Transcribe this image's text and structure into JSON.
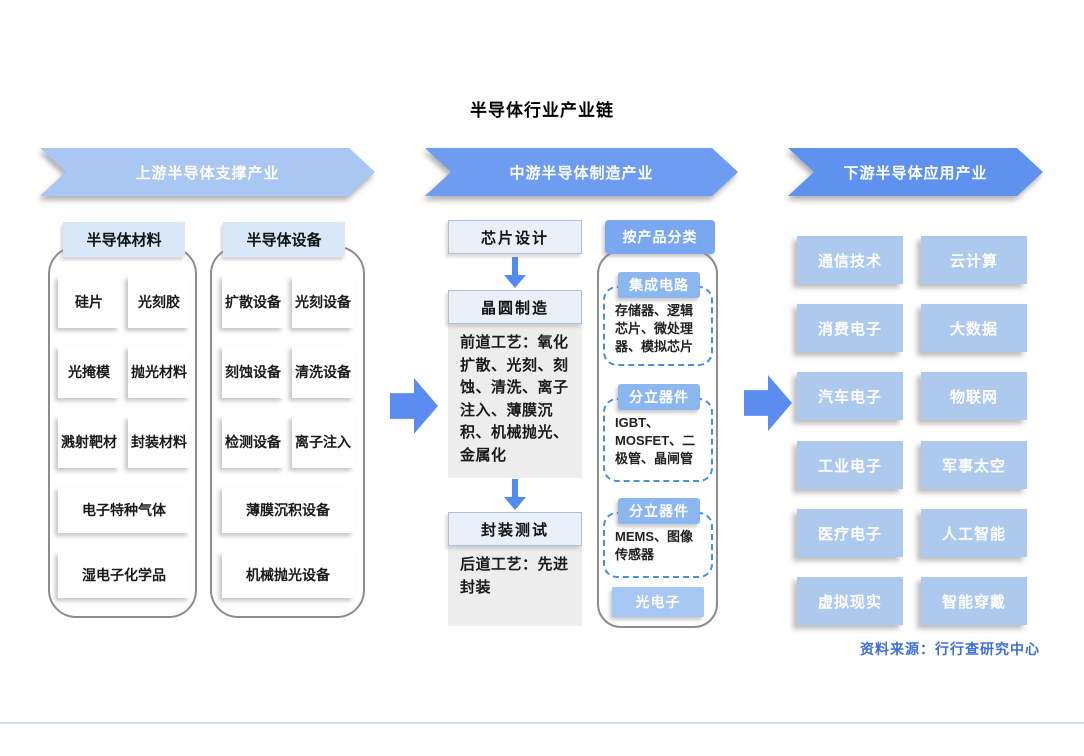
{
  "title": "半导体行业产业链",
  "source": "资料来源：行行查研究中心",
  "colors": {
    "banner_upstream": "#a9c7f2",
    "banner_midstream": "#6d9cf0",
    "banner_downstream": "#5e92ee",
    "connector_arrow": "#5b8df0",
    "panel_header_bg": "#d9e8f8",
    "byproduct_header_bg": "#79a7f0",
    "category_header_bg": "#8cb6f0",
    "dashed_border": "#4a90d9",
    "app_box_bg": "#adc9ee",
    "note_bg": "#ededed",
    "source_text": "#3d6fd6"
  },
  "upstream": {
    "banner": "上游半导体支撑产业",
    "panels": [
      {
        "header": "半导体材料",
        "pair_items": [
          "硅片",
          "光刻胶",
          "光掩模",
          "抛光材料",
          "溅射靶材",
          "封装材料"
        ],
        "wide_items": [
          "电子特种气体",
          "湿电子化学品"
        ]
      },
      {
        "header": "半导体设备",
        "pair_items": [
          "扩散设备",
          "光刻设备",
          "刻蚀设备",
          "清洗设备",
          "检测设备",
          "离子注入"
        ],
        "wide_items": [
          "薄膜沉积设备",
          "机械抛光设备"
        ]
      }
    ]
  },
  "midstream": {
    "banner": "中游半导体制造产业",
    "steps": [
      {
        "label": "芯片设计"
      },
      {
        "label": "晶圆制造",
        "note": "前道工艺：氧化扩散、光刻、刻蚀、清洗、离子注入、薄膜沉积、机械抛光、金属化"
      },
      {
        "label": "封装测试",
        "note": "后道工艺：先进封装"
      }
    ],
    "by_product": {
      "header": "按产品分类",
      "groups": [
        {
          "label": "集成电路",
          "detail": "存储器、逻辑芯片、微处理器、模拟芯片"
        },
        {
          "label": "分立器件",
          "detail": "IGBT、MOSFET、二极管、晶闸管"
        },
        {
          "label": "分立器件",
          "detail": "MEMS、图像传感器"
        }
      ],
      "tail": "光电子"
    }
  },
  "downstream": {
    "banner": "下游半导体应用产业",
    "apps": [
      "通信技术",
      "云计算",
      "消费电子",
      "大数据",
      "汽车电子",
      "物联网",
      "工业电子",
      "军事太空",
      "医疗电子",
      "人工智能",
      "虚拟现实",
      "智能穿戴"
    ]
  }
}
